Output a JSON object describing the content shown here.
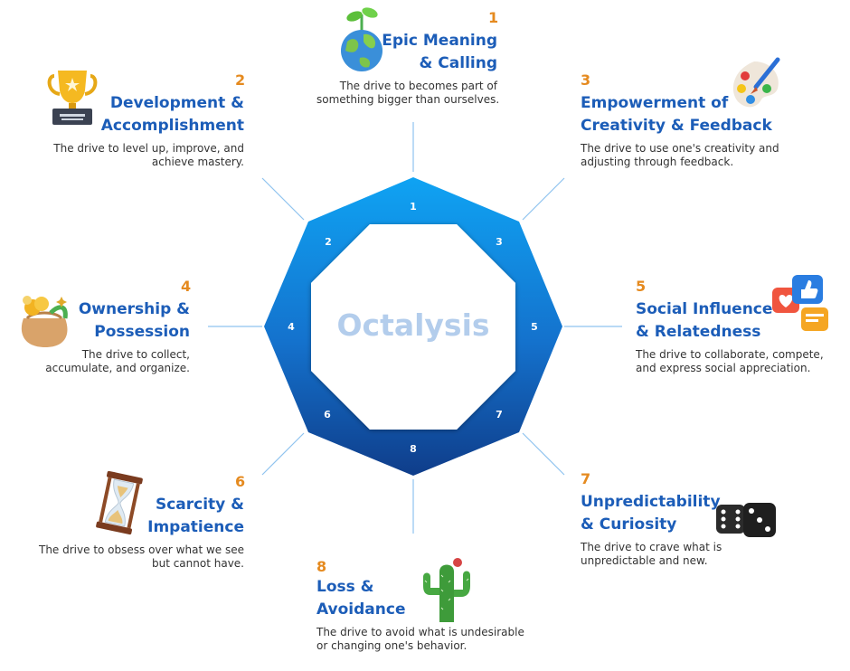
{
  "center_title": "Octalysis",
  "vertex_numbers": [
    "1",
    "2",
    "3",
    "4",
    "5",
    "6",
    "7",
    "8"
  ],
  "drives": [
    {
      "number": "1",
      "title_line1": "Epic Meaning",
      "title_line2": "& Calling",
      "desc_line1": "The drive to becomes part of",
      "desc_line2": "something bigger than ourselves.",
      "icon": "earth-sprout-icon"
    },
    {
      "number": "2",
      "title_line1": "Development &",
      "title_line2": "Accomplishment",
      "desc_line1": "The drive to level up, improve, and",
      "desc_line2": "achieve mastery.",
      "icon": "trophy-icon"
    },
    {
      "number": "3",
      "title_line1": "Empowerment of",
      "title_line2": "Creativity & Feedback",
      "desc_line1": "The drive to use one's creativity and",
      "desc_line2": "adjusting through feedback.",
      "icon": "paint-palette-icon"
    },
    {
      "number": "4",
      "title_line1": "Ownership &",
      "title_line2": "Possession",
      "desc_line1": "The drive to collect,",
      "desc_line2": "accumulate, and organize.",
      "icon": "money-bag-icon"
    },
    {
      "number": "5",
      "title_line1": "Social Influence",
      "title_line2": "& Relatedness",
      "desc_line1": "The drive to collaborate, compete,",
      "desc_line2": "and express social appreciation.",
      "icon": "social-reactions-icon"
    },
    {
      "number": "6",
      "title_line1": "Scarcity &",
      "title_line2": "Impatience",
      "desc_line1": "The drive to obsess over what we see",
      "desc_line2": "but cannot have.",
      "icon": "hourglass-icon"
    },
    {
      "number": "7",
      "title_line1": "Unpredictability",
      "title_line2": "& Curiosity",
      "desc_line1": "The drive to crave what is",
      "desc_line2": "unpredictable and new.",
      "icon": "dice-icon"
    },
    {
      "number": "8",
      "title_line1": "Loss &",
      "title_line2": "Avoidance",
      "desc_line1": "The drive to avoid what is undesirable",
      "desc_line2": "or changing one's behavior.",
      "icon": "cactus-icon"
    }
  ],
  "colors": {
    "octagon_top": "#0d9af0",
    "octagon_bottom": "#0f3e8c",
    "number": "#e58a1f",
    "title": "#1c5db8",
    "center_text": "#b3cdec"
  }
}
